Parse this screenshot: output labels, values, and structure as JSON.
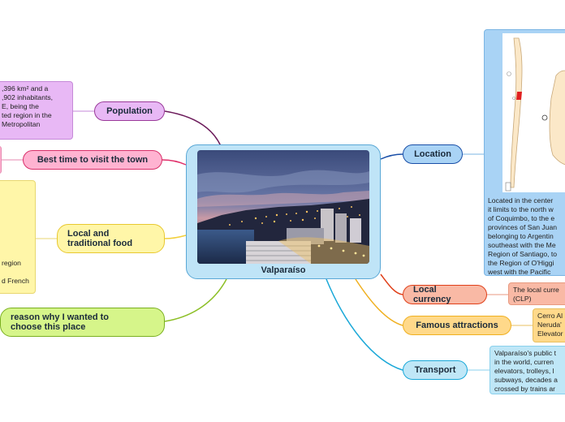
{
  "central": {
    "title": "Valparaíso"
  },
  "topics": {
    "population": "Population",
    "best_time": "Best time to visit the town",
    "food": "Local and traditional food",
    "reason": "reason why I wanted to choose this place",
    "location": "Location",
    "currency": "Local currency",
    "attractions": "Famous attractions",
    "transport": "Transport"
  },
  "notes": {
    "population": [
      ",396 km² and a",
      ",902 inhabitants,",
      "E, being the",
      "ted region in the",
      " Metropolitan"
    ],
    "food": [
      "region",
      "",
      "d French"
    ],
    "location": [
      "Located in the center",
      "it limits to the north w",
      "of Coquimbo, to the e",
      "provinces of San Juan",
      "belonging to Argentin",
      "southeast with the Me",
      "Region of Santiago, to",
      "the Region of O'Higgi",
      "west with the Pacific"
    ],
    "currency": [
      "The local curre",
      "(CLP)"
    ],
    "attractions": [
      "Cerro Al",
      "Neruda'",
      "Elevator"
    ],
    "transport": [
      "Valparaíso's public t",
      "in the world, curren",
      "elevators, trolleys, l",
      "subways, decades a",
      "crossed by trains ar"
    ]
  },
  "colors": {
    "population": "#e8b8f5",
    "best_time": "#ffb3d1",
    "food": "#fff6a8",
    "reason": "#d6f58a",
    "location": "#a9d3f5",
    "currency": "#f9b9a5",
    "attractions": "#ffd98a",
    "transport": "#bfe7f7"
  }
}
